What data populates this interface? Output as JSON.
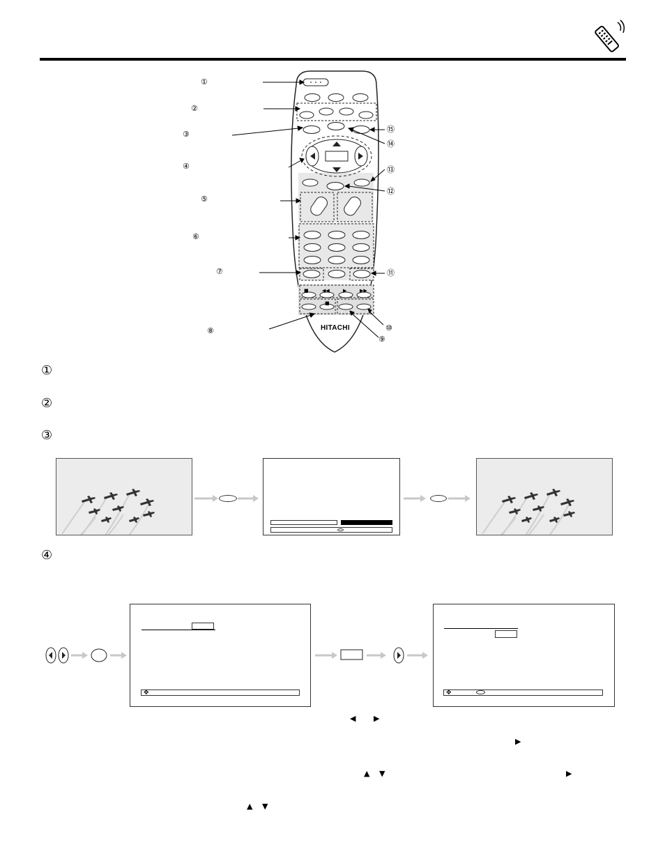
{
  "page": {
    "brand": "HITACHI",
    "icons": {
      "header": "remote-control-icon"
    }
  },
  "callouts": {
    "left": [
      "①",
      "②",
      "③",
      "④",
      "⑤",
      "⑥",
      "⑦",
      "⑧"
    ],
    "right": [
      "⑮",
      "⑭",
      "⑬",
      "⑫",
      "⑪",
      "⑩",
      "⑨"
    ]
  },
  "steps": [
    "①",
    "②",
    "③",
    "④"
  ],
  "arrows": {
    "left": "◀",
    "right": "▶",
    "up": "▲",
    "down": "▼"
  },
  "remote": {
    "transport_icons": [
      "■",
      "◀◀",
      "▶",
      "▶▶"
    ],
    "record_icon": "■"
  }
}
